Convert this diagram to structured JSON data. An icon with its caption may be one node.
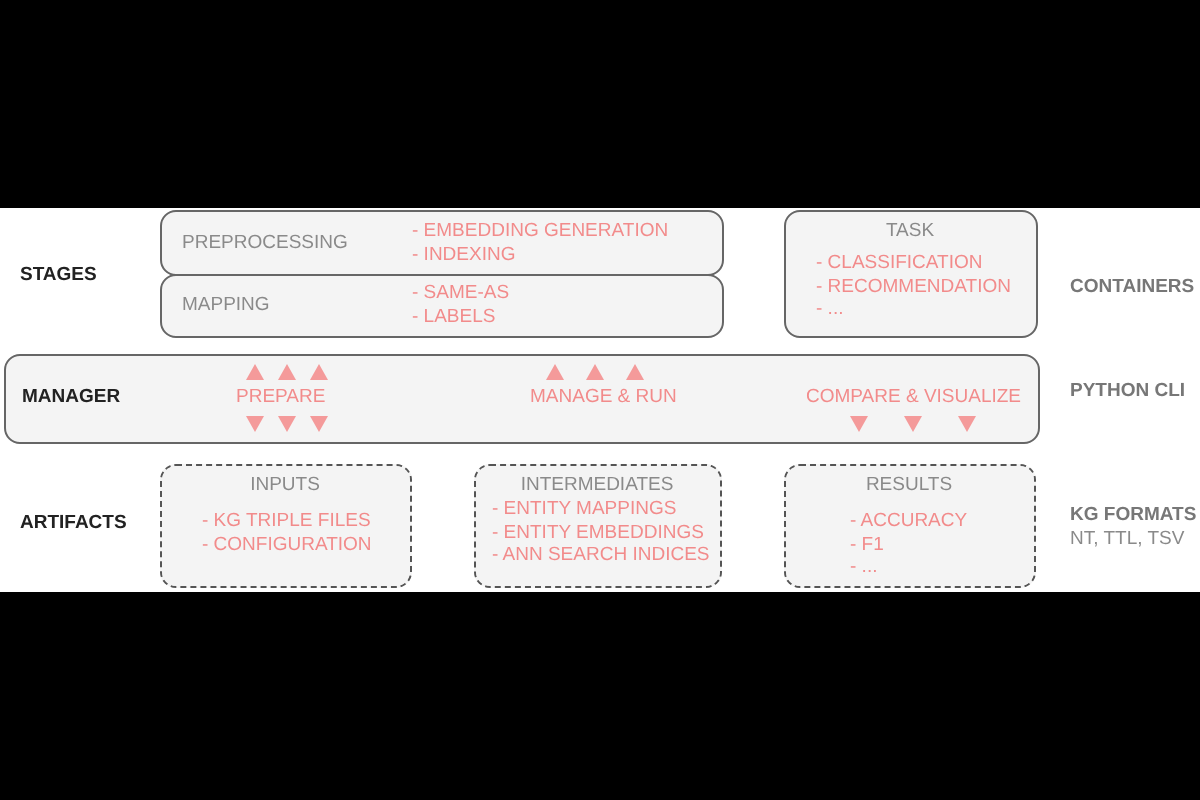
{
  "diagram": {
    "nodes": [
      {
        "text": [
          "PREPROCESSING",
          "- EMBEDDING GENERATION",
          "- INDEXING"
        ]
      },
      {
        "text": [
          "MAPPING",
          "- SAME-AS",
          "- LABELS"
        ]
      },
      {
        "text": [
          "TASK",
          "- CLASSIFICATION",
          "- RECOMMENDATION",
          "- ..."
        ]
      },
      {
        "text": [
          "MANAGER",
          "PREPARE",
          "MANAGE & RUN",
          "COMPARE & VISUALIZE"
        ]
      },
      {
        "text": [
          "INPUTS",
          "- KG TRIPLE FILES",
          "- CONFIGURATION"
        ]
      },
      {
        "text": [
          "INTERMEDIATES",
          "- ENTITY MAPPINGS",
          "- ENTITY EMBEDDINGS",
          "- ANN SEARCH INDICES"
        ]
      },
      {
        "text": [
          "RESULTS",
          "- ACCURACY",
          "- F1",
          "- ..."
        ]
      }
    ],
    "edges": [],
    "labels": [
      "STAGES",
      "CONTAINERS",
      "PYTHON CLI",
      "ARTIFACTS",
      "KG FORMATS",
      "NT, TTL, TSV"
    ]
  }
}
